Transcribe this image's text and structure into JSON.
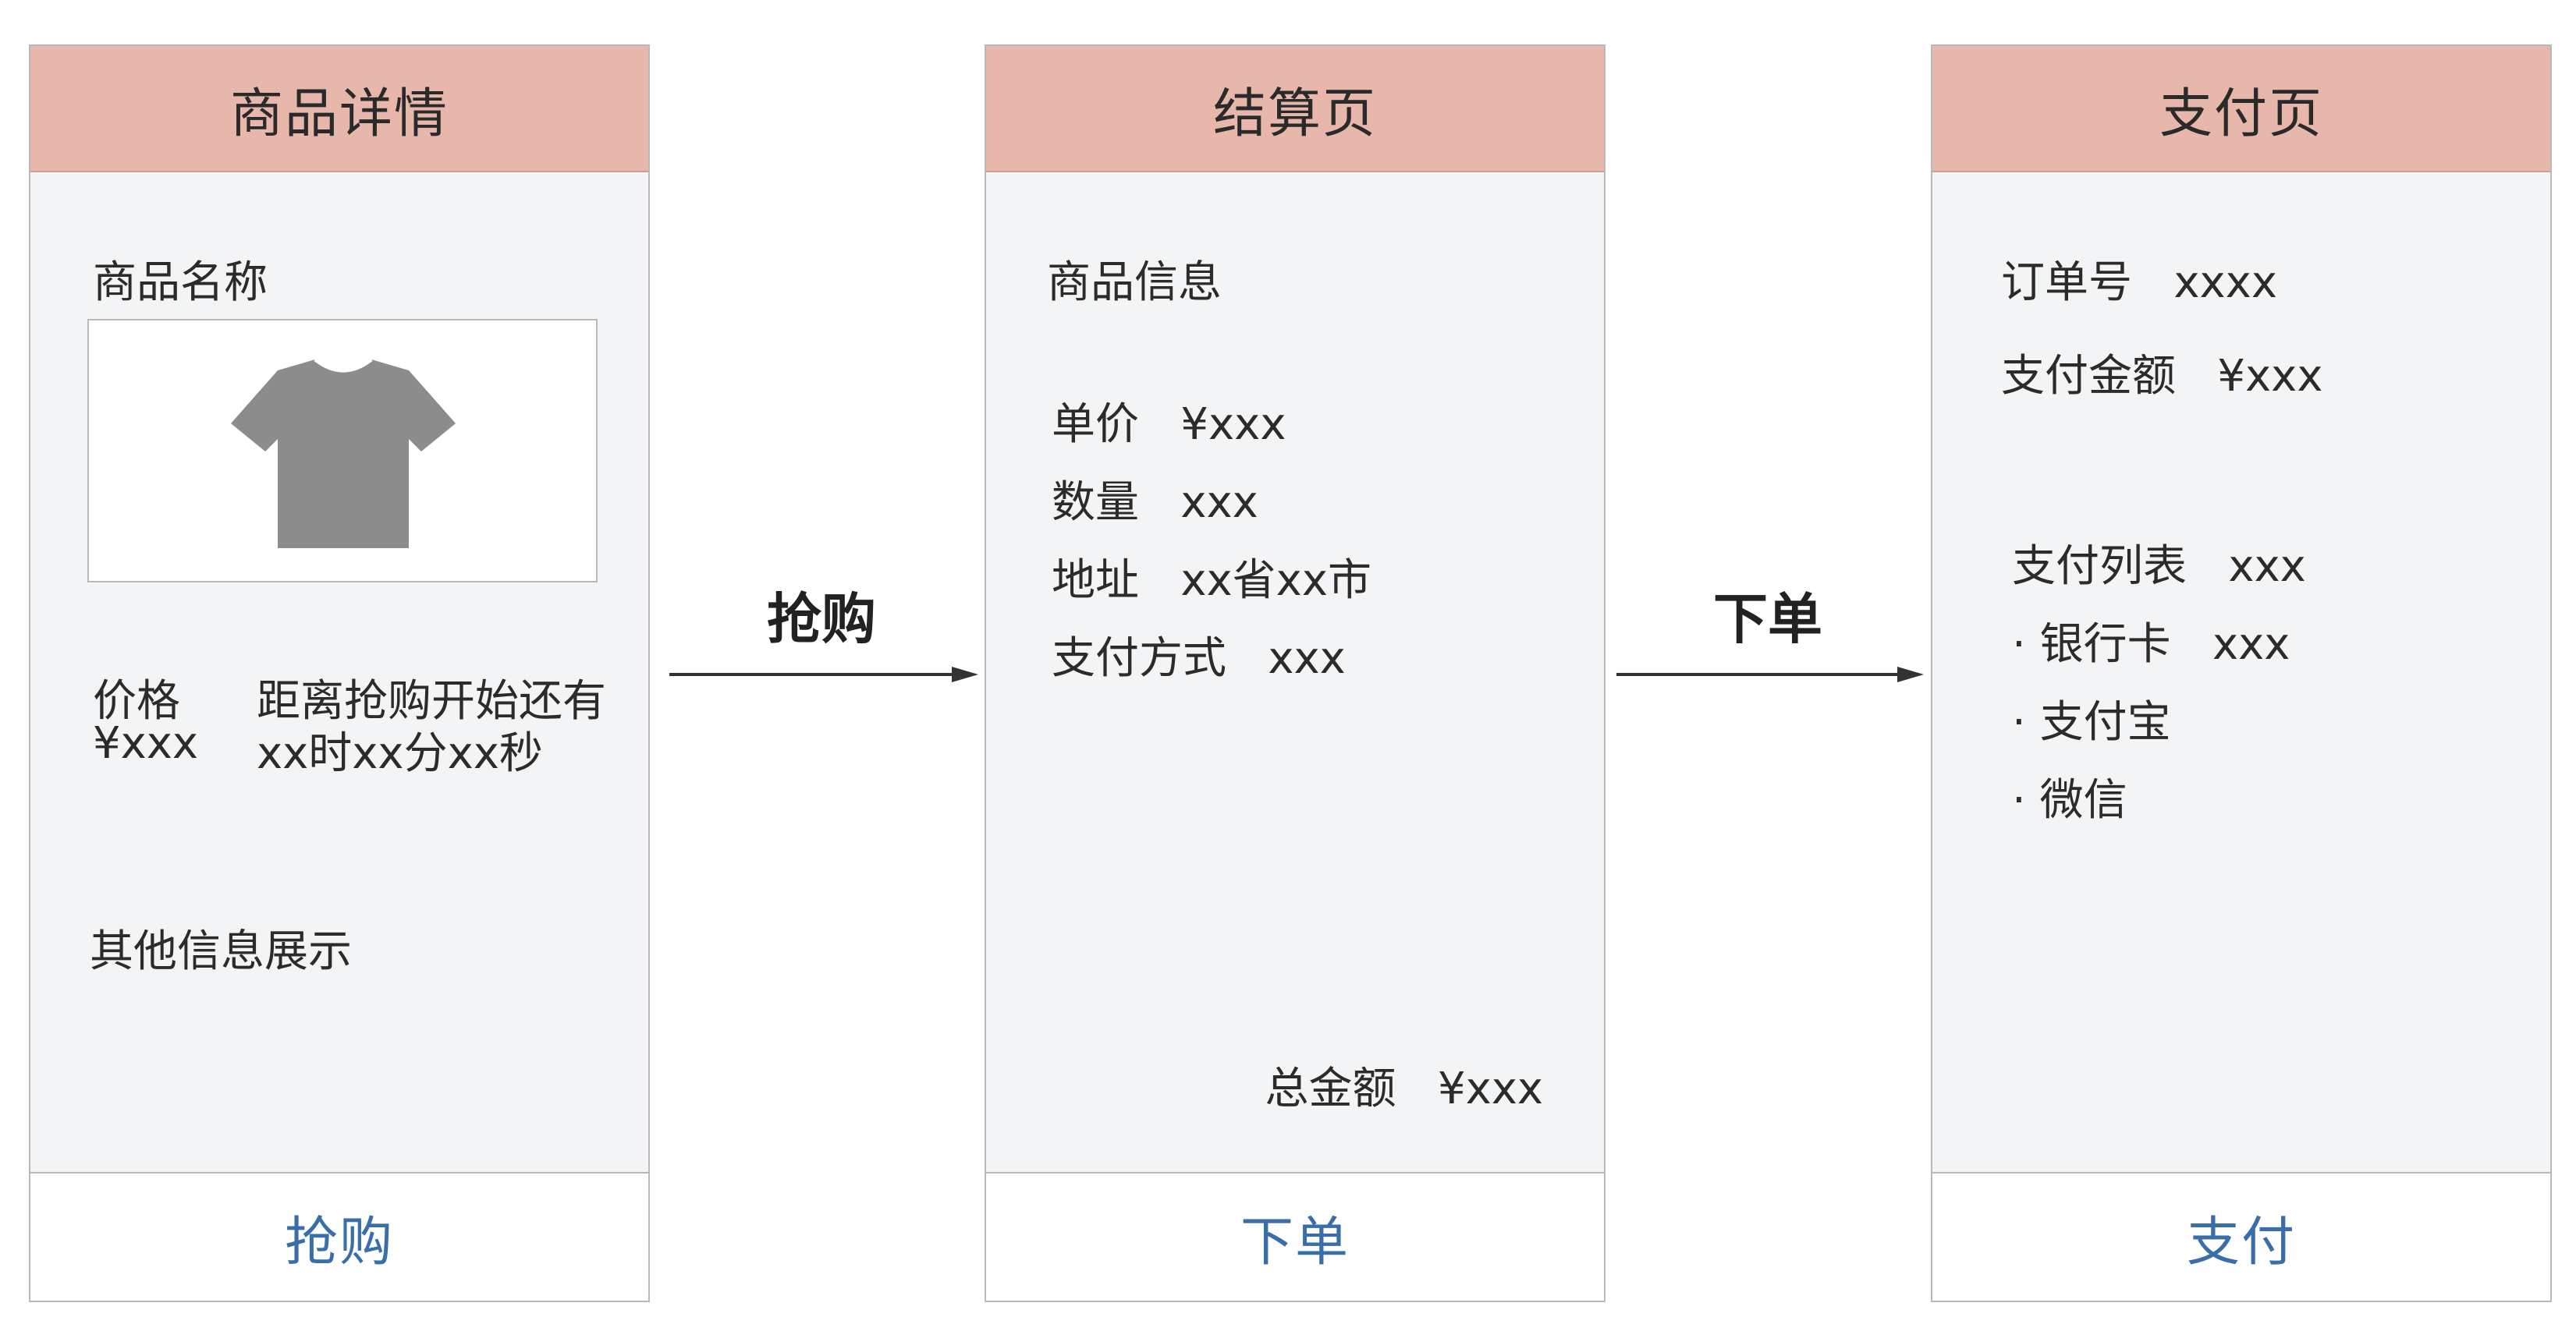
{
  "panels": {
    "product": {
      "title": "商品详情",
      "name_label": "商品名称",
      "image_icon": "tshirt-icon",
      "price_label": "价格",
      "price_value": "¥xxx",
      "countdown_label": "距离抢购开始还有",
      "countdown_value": "xx时xx分xx秒",
      "other_info": "其他信息展示",
      "action": "抢购"
    },
    "checkout": {
      "title": "结算页",
      "product_info": "商品信息",
      "unit_price": "单价   ¥xxx",
      "quantity": "数量   xxx",
      "address": "地址   xx省xx市",
      "payment_method": "支付方式   xxx",
      "total": "总金额   ¥xxx",
      "action": "下单"
    },
    "payment": {
      "title": "支付页",
      "order_no": "订单号   xxxx",
      "pay_amount": "支付金额   ¥xxx",
      "pay_list": "支付列表   xxx",
      "options": [
        "· 银行卡   xxx",
        "· 支付宝",
        "· 微信"
      ],
      "action": "支付"
    }
  },
  "flow": {
    "arrow1_label": "抢购",
    "arrow2_label": "下单"
  },
  "colors": {
    "header_bg": "#e6b7aa",
    "panel_bg": "#f3f4f6",
    "action_text": "#3a6ea8",
    "arrow": "#333333"
  }
}
